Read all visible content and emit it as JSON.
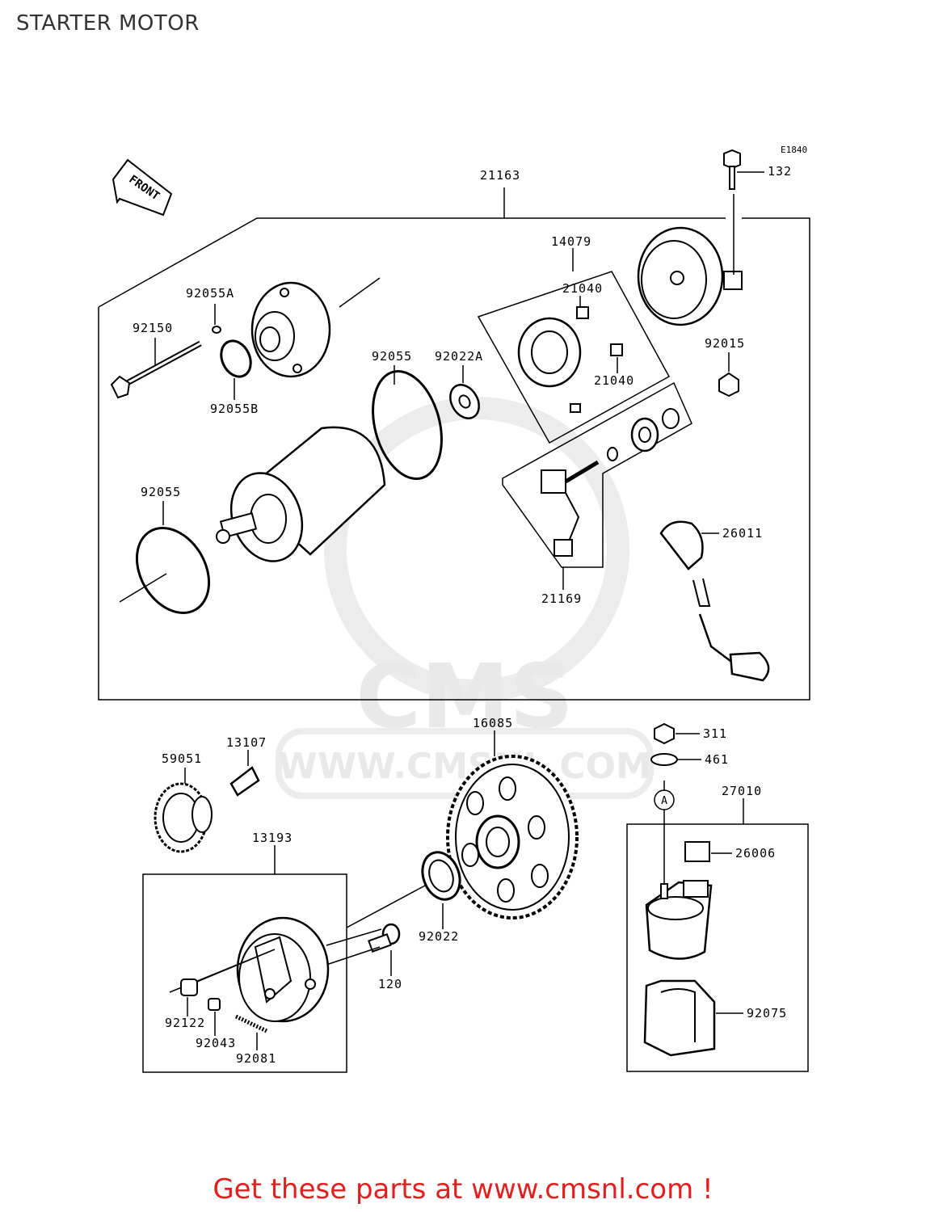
{
  "title": "STARTER MOTOR",
  "diagram_code": "E1840",
  "front_label": "FRONT",
  "marker_a": "A",
  "watermark": {
    "brand": "CMS",
    "url": "WWW.CMSNL.COM"
  },
  "parts": [
    "21163",
    "132",
    "14079",
    "21040",
    "21040",
    "92055A",
    "92150",
    "92055B",
    "92055",
    "92022A",
    "92015",
    "92055",
    "26011",
    "21169",
    "311",
    "461",
    "16085",
    "13107",
    "59051",
    "27010",
    "26006",
    "13193",
    "92022",
    "120",
    "92122",
    "92043",
    "92081",
    "92075"
  ],
  "footer": "Get these parts at www.cmsnl.com !"
}
